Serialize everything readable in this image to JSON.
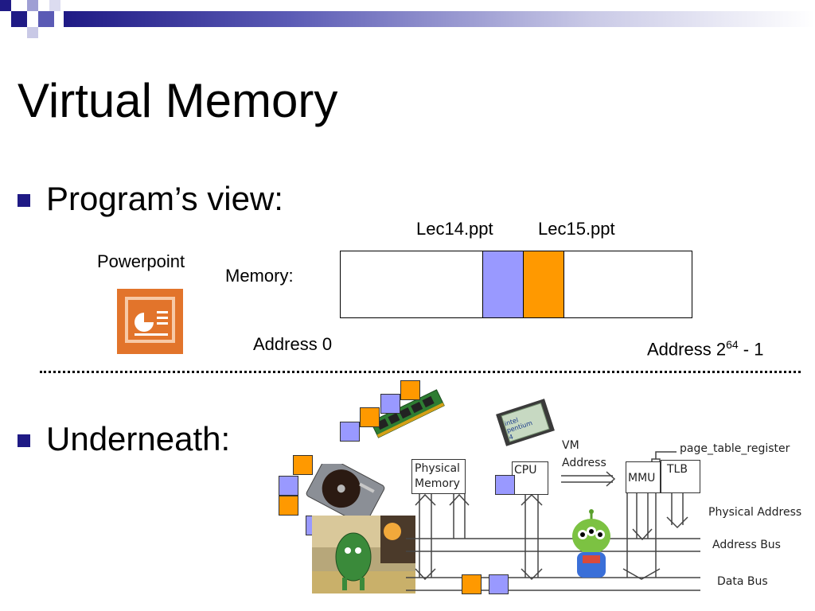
{
  "slide": {
    "title": "Virtual Memory",
    "bullets": [
      "Program’s view:",
      "Underneath:"
    ]
  },
  "programs_view": {
    "app_label": "Powerpoint",
    "memory_label": "Memory:",
    "files": [
      "Lec14.ppt",
      "Lec15.ppt"
    ],
    "address_start": "Address 0",
    "address_end_base": "Address 2",
    "address_end_exp": "64",
    "address_end_suffix": " - 1"
  },
  "hardware_diagram": {
    "physical_memory": "Physical Memory",
    "cpu": "CPU",
    "vm_address": "VM Address",
    "mmu": "MMU",
    "tlb": "TLB",
    "page_table_register": "page_table_register",
    "physical_address": "Physical Address",
    "address_bus": "Address Bus",
    "data_bus": "Data Bus",
    "cpu_chip_text": "intel pentium 4"
  },
  "colors": {
    "accent": "#1f1a85",
    "lec14": "#9999ff",
    "lec15": "#ff9900",
    "powerpoint": "#e2742b"
  }
}
